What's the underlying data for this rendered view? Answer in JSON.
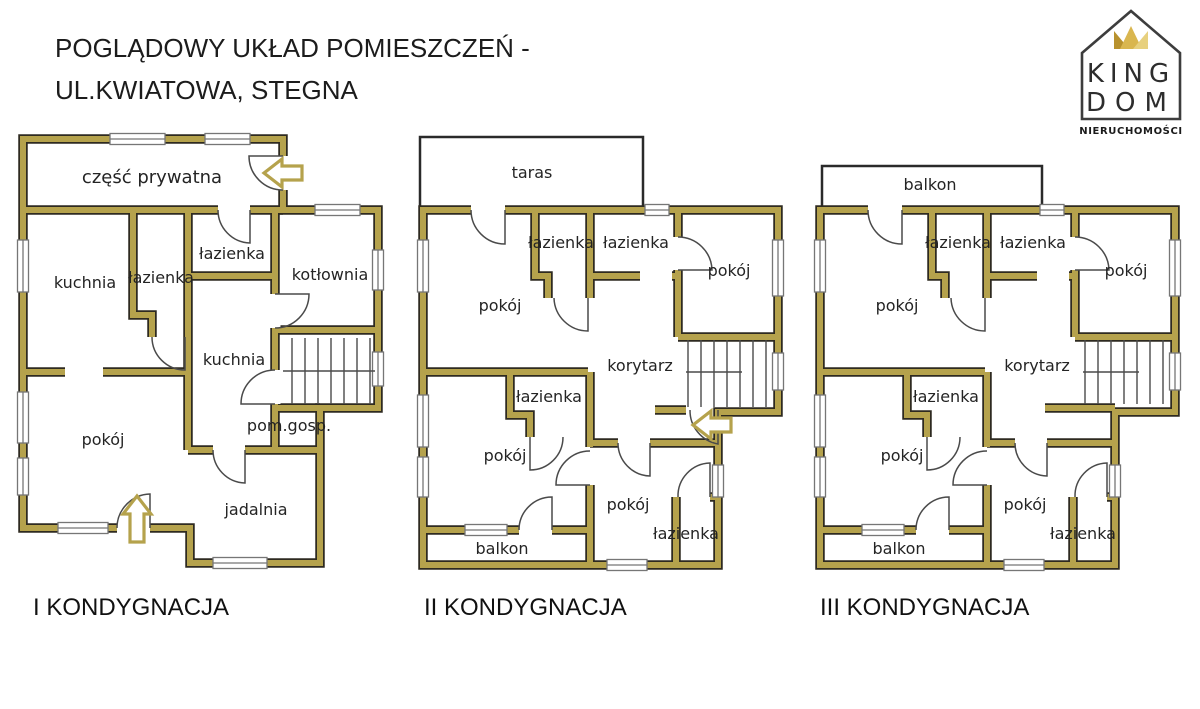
{
  "header": {
    "title_line1": "POGLĄDOWY UKŁAD POMIESZCZEŃ -",
    "title_line2": "UL.KWIATOWA, STEGNA"
  },
  "logo": {
    "brand_line1": "KING",
    "brand_line2": "DOM",
    "subtitle": "NIERUCHOMOŚCI"
  },
  "colors": {
    "wall_fill": "#b5a24c",
    "wall_edge": "#2e2a20",
    "logo_gold": "#d9b64f",
    "background": "#ffffff",
    "text": "#242424"
  },
  "floors": [
    {
      "name": "I KONDYGNACJA",
      "rooms": [
        "część prywatna",
        "kuchnia",
        "łazienka",
        "łazienka",
        "kotłownia",
        "kuchnia",
        "pokój",
        "pom.gosp.",
        "jadalnia"
      ]
    },
    {
      "name": "II KONDYGNACJA",
      "rooms": [
        "taras",
        "łazienka",
        "łazienka",
        "pokój",
        "pokój",
        "korytarz",
        "łazienka",
        "pokój",
        "pokój",
        "łazienka",
        "balkon"
      ]
    },
    {
      "name": "III KONDYGNACJA",
      "rooms": [
        "balkon",
        "łazienka",
        "łazienka",
        "pokój",
        "pokój",
        "korytarz",
        "łazienka",
        "pokój",
        "pokój",
        "łazienka",
        "balkon"
      ]
    }
  ]
}
